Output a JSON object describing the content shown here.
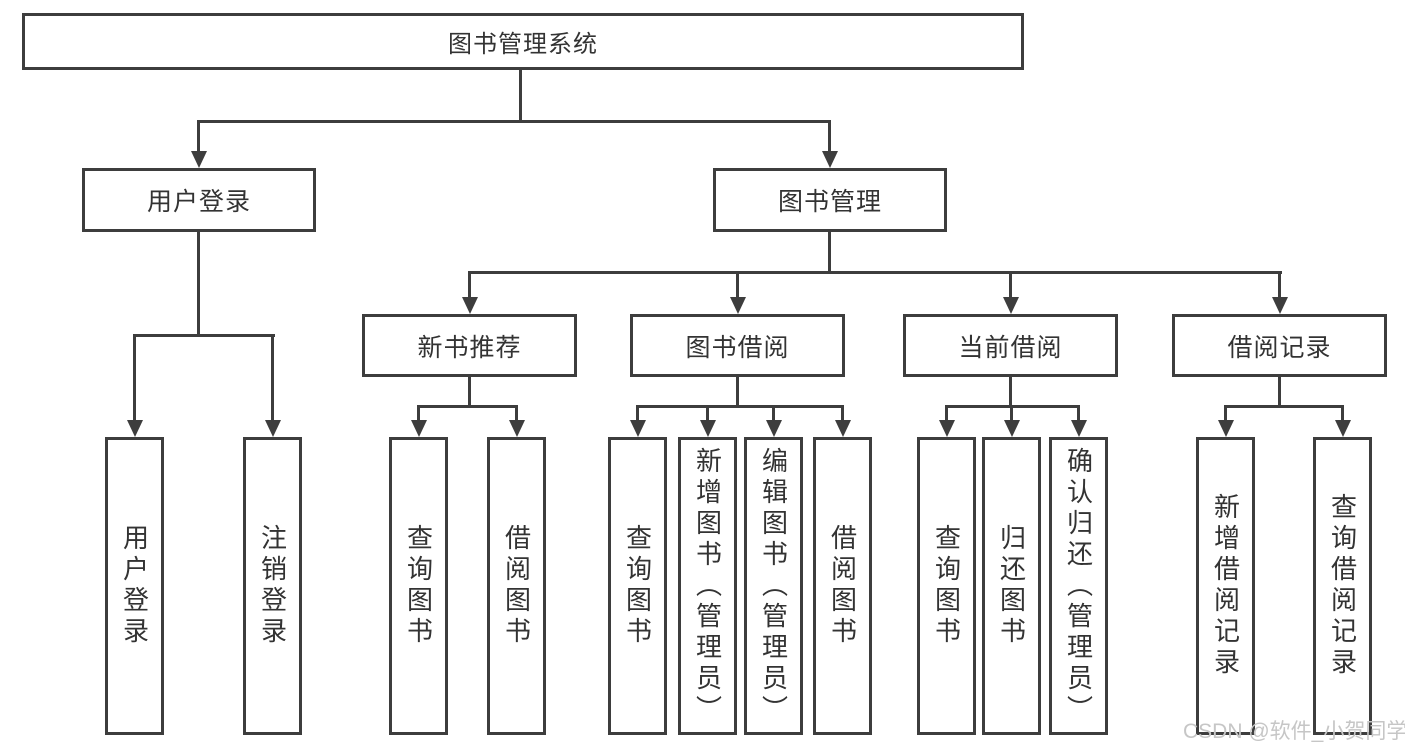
{
  "diagram": {
    "root": {
      "label": "图书管理系统"
    },
    "branches": [
      {
        "label": "用户登录",
        "children": [
          "用户登录",
          "注销登录"
        ]
      },
      {
        "label": "图书管理"
      }
    ],
    "modules": [
      {
        "label": "新书推荐",
        "children": [
          "查询图书",
          "借阅图书"
        ]
      },
      {
        "label": "图书借阅",
        "children": [
          "查询图书",
          "新增图书（管理员）",
          "编辑图书（管理员）",
          "借阅图书"
        ]
      },
      {
        "label": "当前借阅",
        "children": [
          "查询图书",
          "归还图书",
          "确认归还（管理员）"
        ]
      },
      {
        "label": "借阅记录",
        "children": [
          "新增借阅记录",
          "查询借阅记录"
        ]
      }
    ]
  },
  "watermark": {
    "text": "CSDN @软件_小贺同学"
  }
}
